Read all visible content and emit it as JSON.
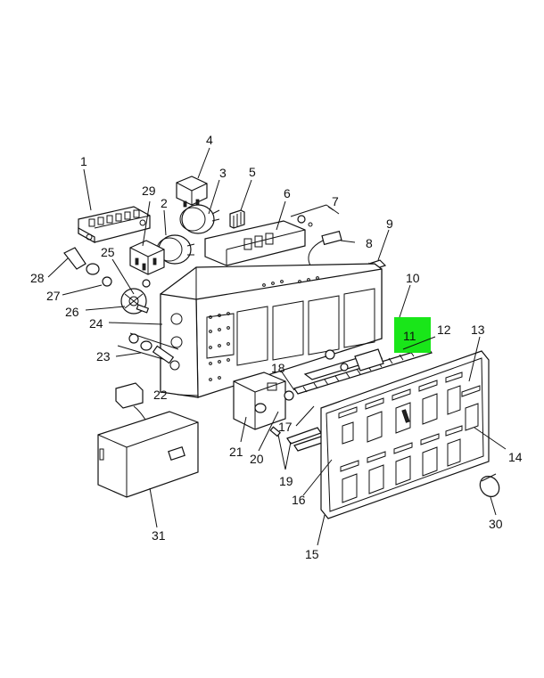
{
  "callouts": [
    "1",
    "2",
    "3",
    "4",
    "5",
    "6",
    "7",
    "8",
    "9",
    "10",
    "11",
    "12",
    "13",
    "14",
    "15",
    "16",
    "17",
    "18",
    "19",
    "20",
    "21",
    "22",
    "23",
    "24",
    "25",
    "26",
    "27",
    "28",
    "29",
    "30",
    "31"
  ],
  "highlight": {
    "label": "11",
    "color": "#19e619"
  },
  "colors": {
    "line": "#111111",
    "background": "#ffffff",
    "highlight": "#19e619"
  },
  "footer": {
    "left": "",
    "right": ""
  }
}
